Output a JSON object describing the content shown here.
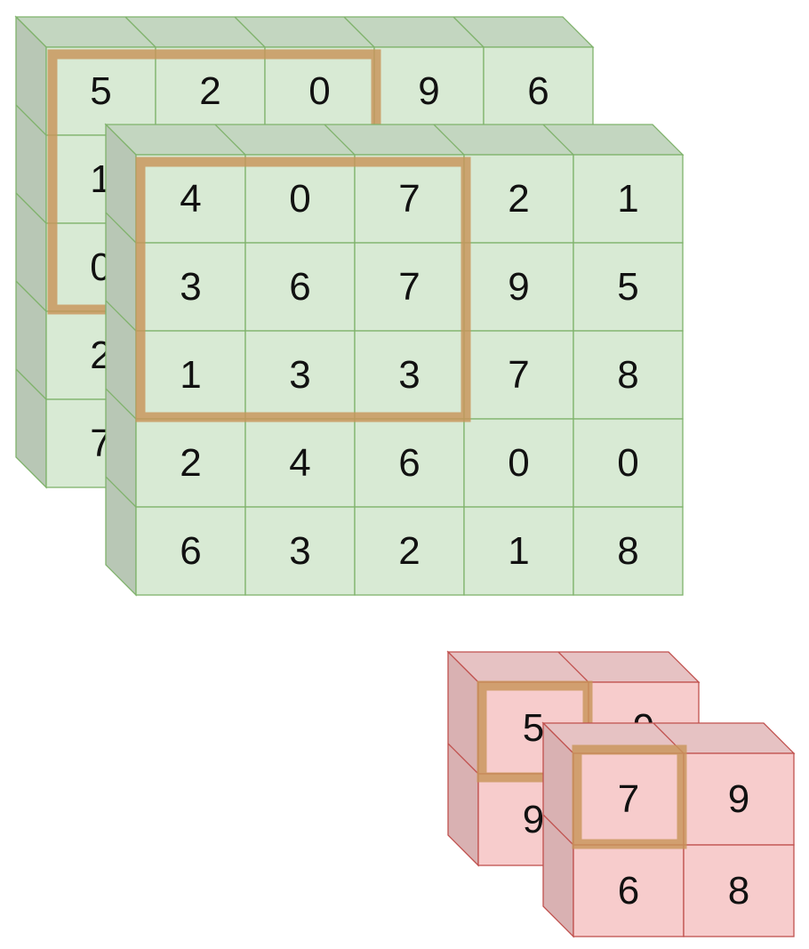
{
  "input_volume": {
    "back_slice": {
      "rows": [
        [
          "5",
          "2",
          "0",
          "9",
          "6"
        ],
        [
          "1",
          "",
          "",
          "",
          ""
        ],
        [
          "0",
          "",
          "",
          "",
          ""
        ],
        [
          "2",
          "",
          "",
          "",
          ""
        ],
        [
          "7",
          "",
          "",
          "",
          ""
        ]
      ]
    },
    "front_slice": {
      "rows": [
        [
          "4",
          "0",
          "7",
          "2",
          "1"
        ],
        [
          "3",
          "6",
          "7",
          "9",
          "5"
        ],
        [
          "1",
          "3",
          "3",
          "7",
          "8"
        ],
        [
          "2",
          "4",
          "6",
          "0",
          "0"
        ],
        [
          "6",
          "3",
          "2",
          "1",
          "8"
        ]
      ]
    },
    "window_rows": 3,
    "window_cols": 3
  },
  "output_volume": {
    "back_slice": {
      "rows": [
        [
          "5",
          "9"
        ],
        [
          "9",
          ""
        ]
      ]
    },
    "front_slice": {
      "rows": [
        [
          "7",
          "9"
        ],
        [
          "6",
          "8"
        ]
      ]
    },
    "highlight_rows": 1,
    "highlight_cols": 1
  },
  "colors": {
    "green_face": "#d8ead4",
    "green_top": "#c3d6c0",
    "green_side": "#b8c7b5",
    "green_stroke": "#7fb26b",
    "red_face": "#f7cccc",
    "red_top": "#e6c2c3",
    "red_side": "#d9b1b2",
    "red_stroke": "#c0504d",
    "highlight": "#c8955a"
  }
}
